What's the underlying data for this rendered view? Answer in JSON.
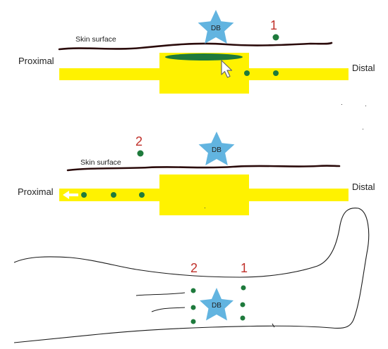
{
  "panel_top": {
    "skin_label": "Skin surface",
    "proximal_label": "Proximal",
    "distal_label": "Distal",
    "star_label": "DB",
    "marker_label": "1"
  },
  "panel_middle": {
    "skin_label": "Skin surface",
    "proximal_label": "Proximal",
    "distal_label": "Distal",
    "star_label": "DB",
    "marker_label": "2"
  },
  "panel_bottom": {
    "star_label": "DB",
    "marker_label_2": "2",
    "marker_label_1": "1"
  },
  "colors": {
    "vessel": "#fff200",
    "dot": "#1e7a3c",
    "star": "#62b4e0",
    "marker_number": "#c0302a",
    "outline": "#1a1a1a",
    "skin_line": "#2a0a0a"
  },
  "icons": {
    "cursor": "cursor-arrow-icon",
    "flow_arrow": "left-arrow-icon"
  }
}
